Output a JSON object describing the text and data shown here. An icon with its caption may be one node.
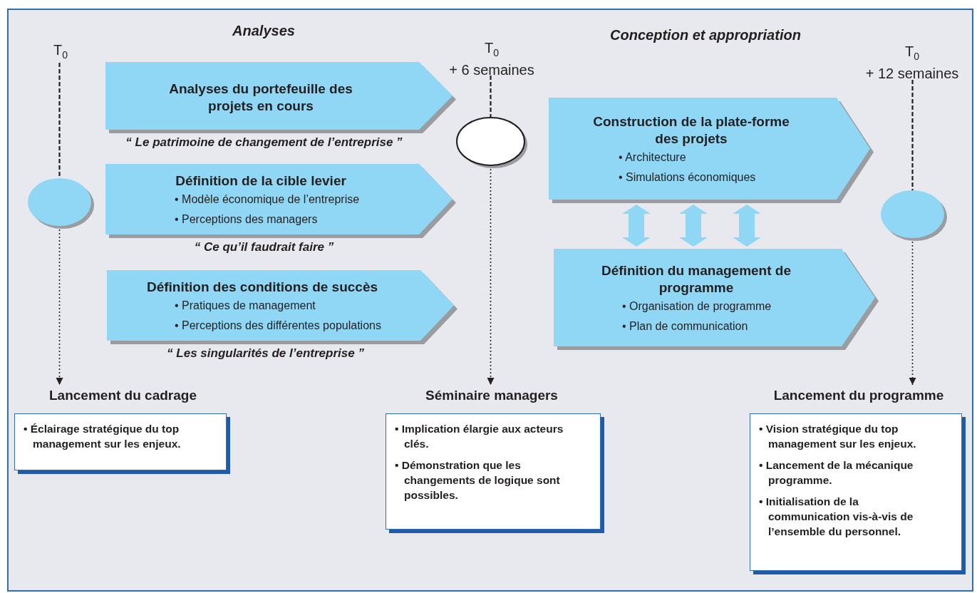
{
  "diagram": {
    "nodes": [
      {
        "text": [
          "T$_{0}$"
        ]
      },
      {
        "text": [],
        "shape": "circle"
      },
      {
        "text": [
          "Lancement du cadrage"
        ]
      },
      {
        "text": [
          "• Éclairage stratégique du top management sur les enjeux."
        ]
      },
      {
        "text": [
          "T$_{0}$",
          "+ 6 semaines"
        ]
      },
      {
        "text": [],
        "shape": "circle"
      },
      {
        "text": [
          "Séminaire managers"
        ]
      },
      {
        "text": [
          "• Implication élargie aux acteurs clés.",
          "• Démonstration que les changements de logique sont possibles."
        ]
      },
      {
        "text": [
          "T$_{0}$",
          "+ 12 semaines"
        ]
      },
      {
        "text": [],
        "shape": "circle"
      },
      {
        "text": [
          "Lancement du programme"
        ]
      },
      {
        "text": [
          "• Vision stratégique du top management sur les enjeux.",
          "• Lancement de la mécanique programme.",
          "• Initialisation de la communication vis-à-vis de l’ensemble du personnel."
        ]
      },
      {
        "text": [
          "Analyses du portefeuille des projets en cours"
        ],
        "beside": [
          "“ Le patrimoine de changement de l’entreprise ”"
        ]
      },
      {
        "text": [
          "Définition de la cible levier",
          "• Modèle économique de l’entreprise",
          "• Perceptions des managers"
        ],
        "beside": [
          "“ Ce qu’il faudrait faire ”"
        ]
      },
      {
        "text": [
          "Définition des conditions de succès",
          "• Pratiques de management",
          "• Perceptions des différentes populations"
        ],
        "beside": [
          "“ Les singularités de l’entreprise ”"
        ]
      },
      {
        "text": [
          "Construction de la plate-forme des projets",
          "• Architecture",
          "• Simulations économiques"
        ]
      },
      {
        "text": [
          "Définition du management de programme",
          "• Organisation de programme",
          "• Plan de communication"
        ]
      }
    ],
    "edges": [
      {
        "from": 0,
        "to": 1,
        "arrow": "none",
        "style": "dashed"
      },
      {
        "from": 1,
        "to": 2,
        "arrow": "to",
        "style": "dashed"
      },
      {
        "from": 4,
        "to": 5,
        "arrow": "none",
        "style": "dashed"
      },
      {
        "from": 5,
        "to": 6,
        "arrow": "to",
        "style": "dashed"
      },
      {
        "from": 8,
        "to": 9,
        "arrow": "none",
        "style": "dashed"
      },
      {
        "from": 9,
        "to": 10,
        "arrow": "to",
        "style": "dashed"
      },
      {
        "from": 15,
        "to": 16,
        "arrow": "both",
        "style": "thick",
        "color": "#8fd7f5"
      },
      {
        "from": 15,
        "to": 16,
        "arrow": "both",
        "style": "thick",
        "color": "#8fd7f5"
      },
      {
        "from": 15,
        "to": 16,
        "arrow": "both",
        "style": "thick",
        "color": "#8fd7f5"
      }
    ],
    "labels": [
      "Analyses",
      "Conception et appropriation"
    ]
  }
}
